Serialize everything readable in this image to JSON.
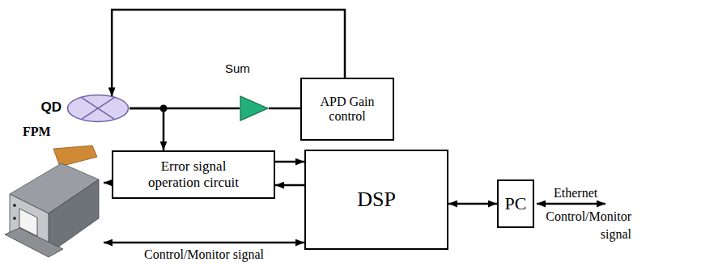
{
  "diagram": {
    "nodes": [
      {
        "text": [
          "QD"
        ]
      },
      {
        "text": [
          "Sum"
        ]
      },
      {
        "text": [
          "APD Gain control"
        ]
      },
      {
        "text": [
          "FPM"
        ]
      },
      {
        "text": [
          "Error signal operation circuit"
        ]
      },
      {
        "text": [
          "DSP"
        ]
      },
      {
        "text": [
          "PC"
        ]
      }
    ],
    "edges": [
      {
        "from": 0,
        "to": 1,
        "arrow": "none"
      },
      {
        "from": 1,
        "to": 2,
        "arrow": "none"
      },
      {
        "from": 2,
        "to": 0,
        "arrow": "to"
      },
      {
        "from": 0,
        "to": 4,
        "arrow": "to"
      },
      {
        "from": 4,
        "to": 5,
        "arrow": "to"
      },
      {
        "from": 5,
        "to": 4,
        "arrow": "to"
      },
      {
        "from": 4,
        "to": 3,
        "arrow": "to"
      },
      {
        "from": 3,
        "to": 5,
        "arrow": "both",
        "label": "Control/Monitor signal"
      },
      {
        "from": 5,
        "to": 6,
        "arrow": "both"
      }
    ],
    "labels": [
      "Ethernet",
      "Control/Monitor signal"
    ]
  }
}
